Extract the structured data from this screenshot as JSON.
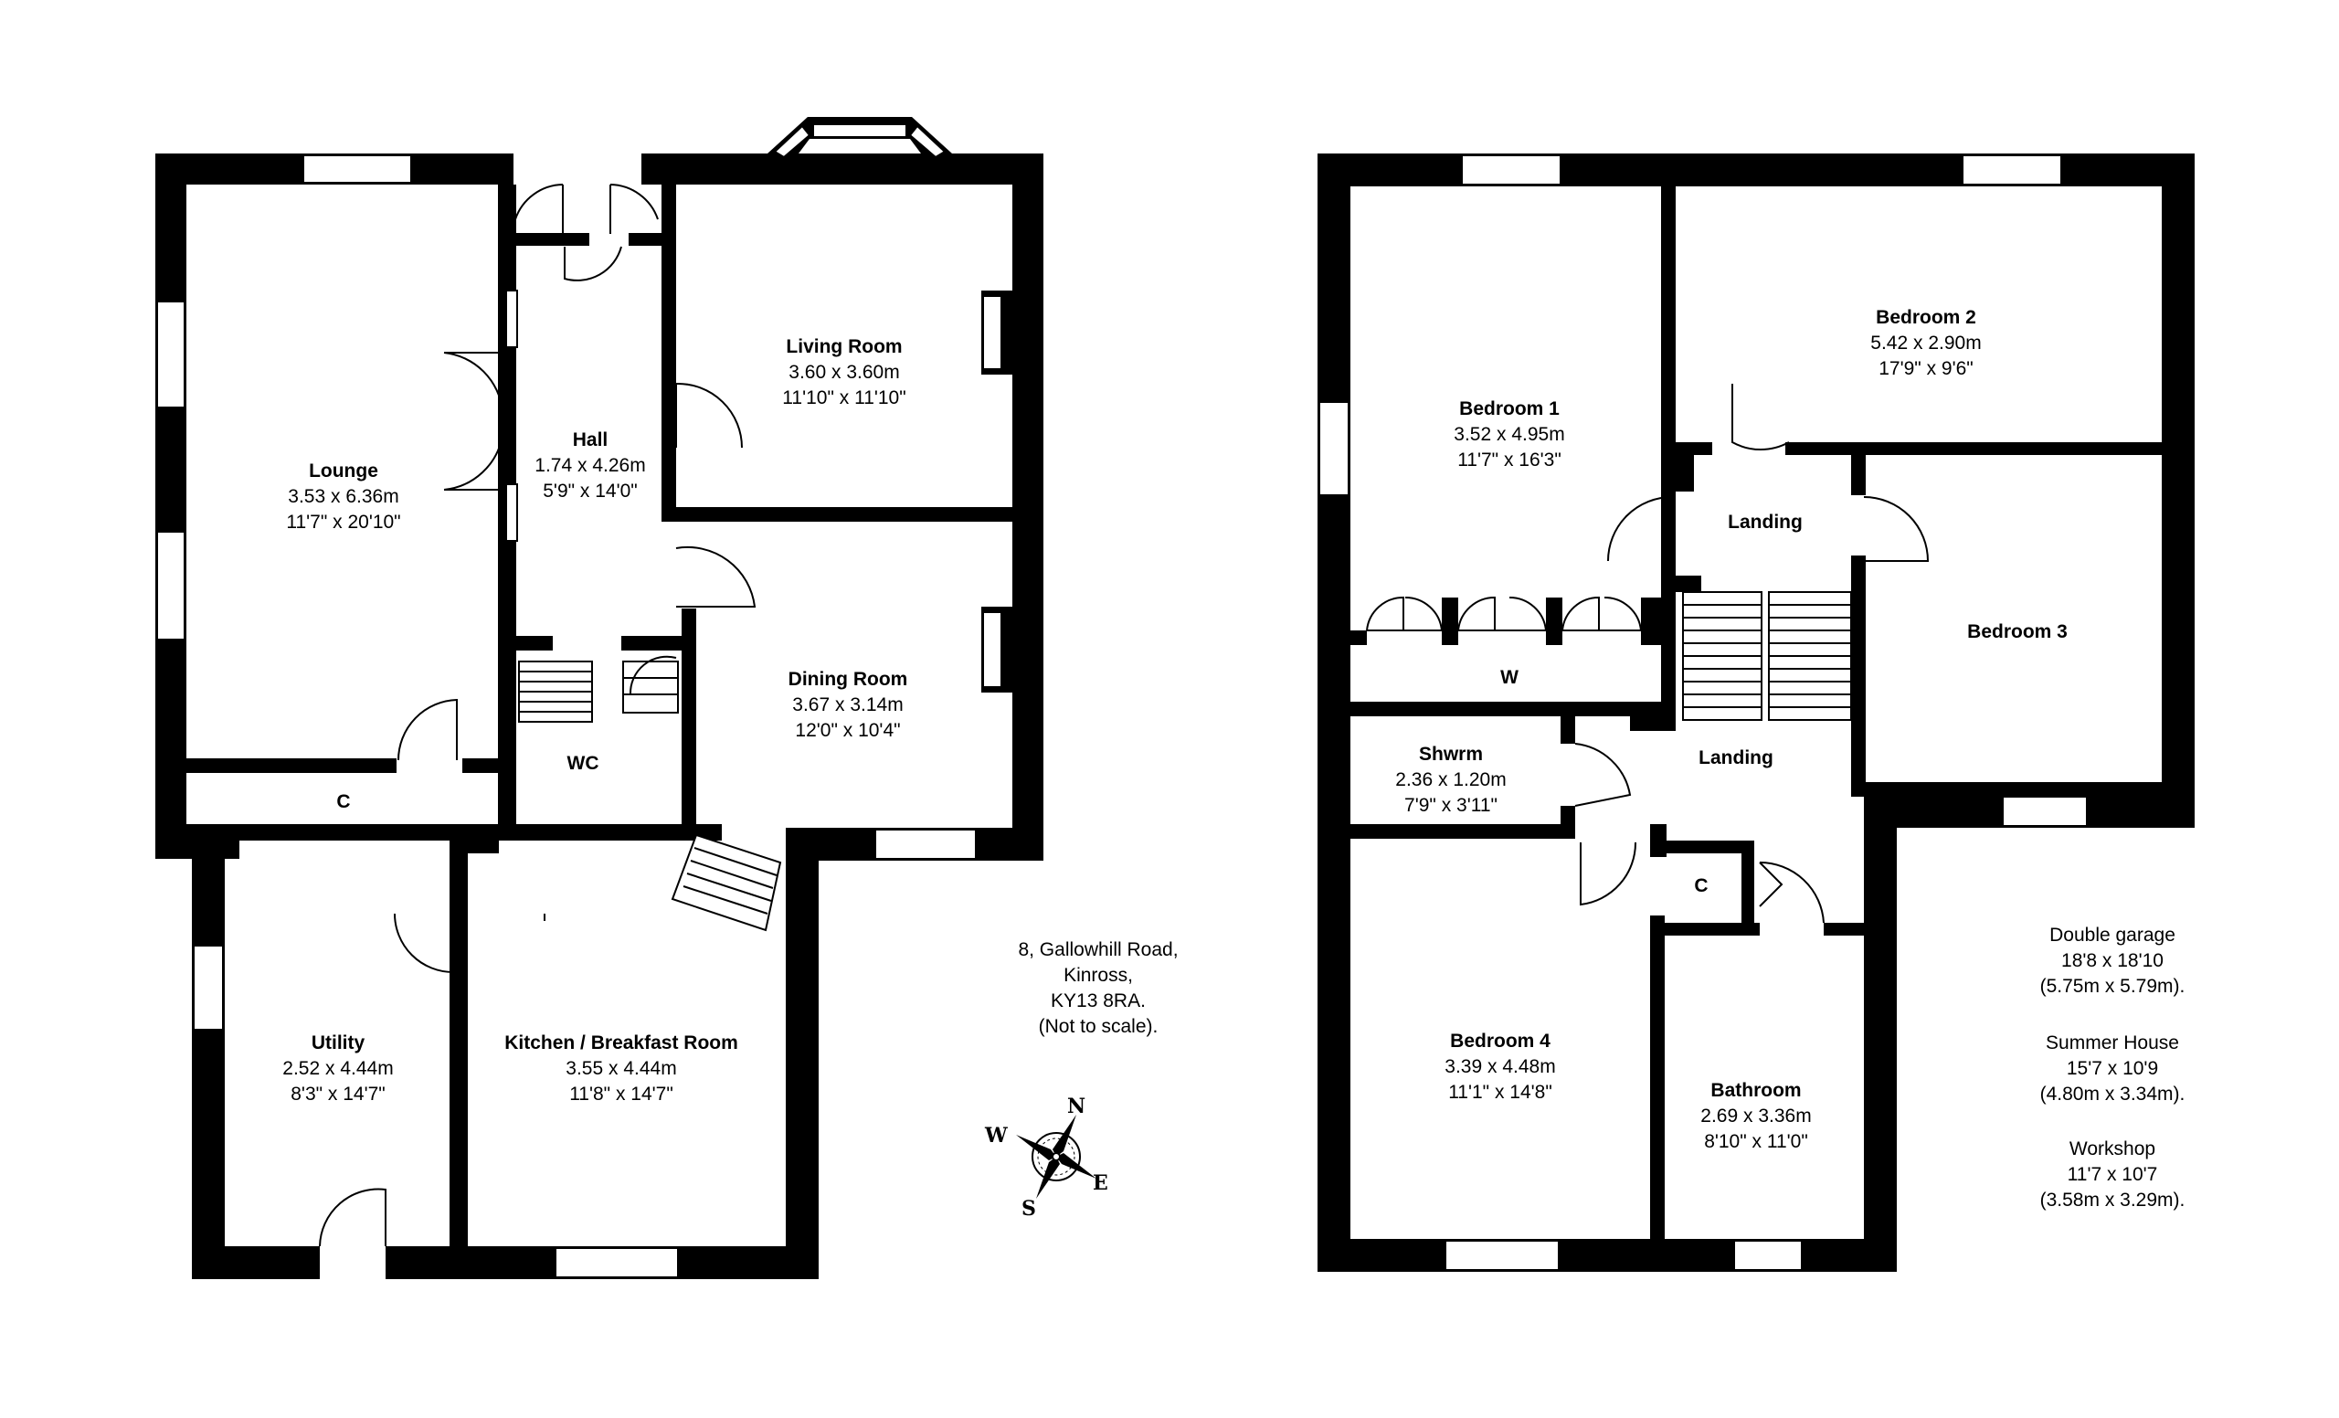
{
  "ground_floor": {
    "rooms": [
      {
        "id": "lounge",
        "name": "Lounge",
        "metric": "3.53 x 6.36m",
        "imperial": "11'7\" x 20'10\""
      },
      {
        "id": "hall",
        "name": "Hall",
        "metric": "1.74 x 4.26m",
        "imperial": "5'9\" x 14'0\""
      },
      {
        "id": "living",
        "name": "Living Room",
        "metric": "3.60 x 3.60m",
        "imperial": "11'10\" x 11'10\""
      },
      {
        "id": "dining",
        "name": "Dining Room",
        "metric": "3.67 x 3.14m",
        "imperial": "12'0\" x 10'4\""
      },
      {
        "id": "wc",
        "name": "WC"
      },
      {
        "id": "cupboard",
        "name": "C"
      },
      {
        "id": "utility",
        "name": "Utility",
        "metric": "2.52 x 4.44m",
        "imperial": "8'3\" x 14'7\""
      },
      {
        "id": "kitchen",
        "name": "Kitchen / Breakfast Room",
        "metric": "3.55 x 4.44m",
        "imperial": "11'8\" x 14'7\""
      }
    ]
  },
  "first_floor": {
    "rooms": [
      {
        "id": "bed1",
        "name": "Bedroom 1",
        "metric": "3.52 x 4.95m",
        "imperial": "11'7\" x 16'3\""
      },
      {
        "id": "bed2",
        "name": "Bedroom 2",
        "metric": "5.42 x 2.90m",
        "imperial": "17'9\" x 9'6\""
      },
      {
        "id": "bed3",
        "name": "Bedroom 3"
      },
      {
        "id": "landing_top",
        "name": "Landing"
      },
      {
        "id": "wardrobe",
        "name": "W"
      },
      {
        "id": "shwrm",
        "name": "Shwrm",
        "metric": "2.36 x 1.20m",
        "imperial": "7'9\" x 3'11\""
      },
      {
        "id": "landing",
        "name": "Landing"
      },
      {
        "id": "cupboard2",
        "name": "C"
      },
      {
        "id": "bed4",
        "name": "Bedroom 4",
        "metric": "3.39 x 4.48m",
        "imperial": "11'1\" x 14'8\""
      },
      {
        "id": "bathroom",
        "name": "Bathroom",
        "metric": "2.69 x 3.36m",
        "imperial": "8'10\" x 11'0\""
      }
    ]
  },
  "address": [
    "8, Gallowhill Road,",
    "Kinross,",
    "KY13 8RA.",
    "(Not to scale)."
  ],
  "outbuildings": [
    [
      "Double garage",
      "18'8 x 18'10",
      "(5.75m x 5.79m)."
    ],
    [
      "Summer House",
      "15'7 x 10'9",
      "(4.80m x 3.34m)."
    ],
    [
      "Workshop",
      "11'7 x 10'7",
      "(3.58m x 3.29m)."
    ]
  ],
  "compass": {
    "n": "N",
    "e": "E",
    "s": "S",
    "w": "W"
  }
}
